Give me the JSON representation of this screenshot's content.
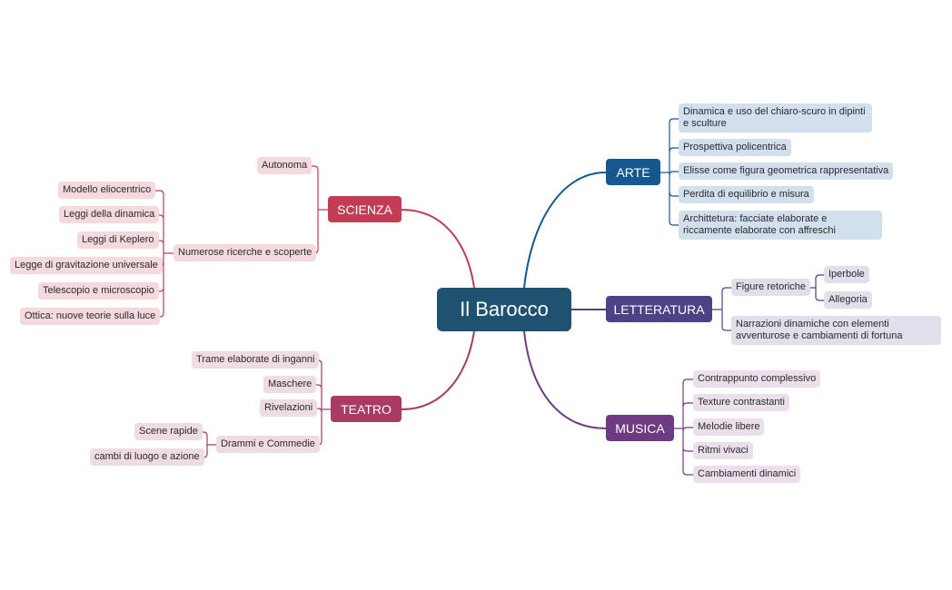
{
  "central": {
    "label": "Il Barocco",
    "color": "#1f5270"
  },
  "branches": {
    "arte": {
      "label": "ARTE",
      "color": "#15578f",
      "items": [
        "Dinamica e uso del chiaro-scuro in dipinti e sculture",
        "Prospettiva policentrica",
        "Elisse come figura geometrica rappresentativa",
        "Perdita di equilibrio e misura",
        "Archittetura: facciate elaborate e riccamente elaborate con affreschi"
      ]
    },
    "letteratura": {
      "label": "LETTERATURA",
      "color": "#4c4387",
      "figure": {
        "label": "Figure retoriche",
        "children": [
          "Iperbole",
          "Allegoria"
        ]
      },
      "narrazioni": "Narrazioni dinamiche con elementi avventurose e cambiamenti di fortuna"
    },
    "musica": {
      "label": "MUSICA",
      "color": "#6f3b80",
      "items": [
        "Contrappunto complessivo",
        "Texture contrastanti",
        "Melodie libere",
        "Ritmi vivaci",
        "Cambiamenti dinamici"
      ]
    },
    "scienza": {
      "label": "SCIENZA",
      "color": "#c23d53",
      "autonoma": "Autonoma",
      "ricerche": {
        "label": "Numerose ricerche e scoperte",
        "children": [
          "Modello eliocentrico",
          "Leggi della dinamica",
          "Leggi di Keplero",
          "Legge di gravitazione universale",
          "Telescopio e microscopio",
          "Ottica: nuove teorie sulla luce"
        ]
      }
    },
    "teatro": {
      "label": "TEATRO",
      "color": "#a93a64",
      "items": [
        "Trame elaborate di inganni",
        "Maschere",
        "Rivelazioni"
      ],
      "drammi": {
        "label": "Drammi e Commedie",
        "children": [
          "Scene rapide",
          "cambi di luogo e azione"
        ]
      }
    }
  }
}
